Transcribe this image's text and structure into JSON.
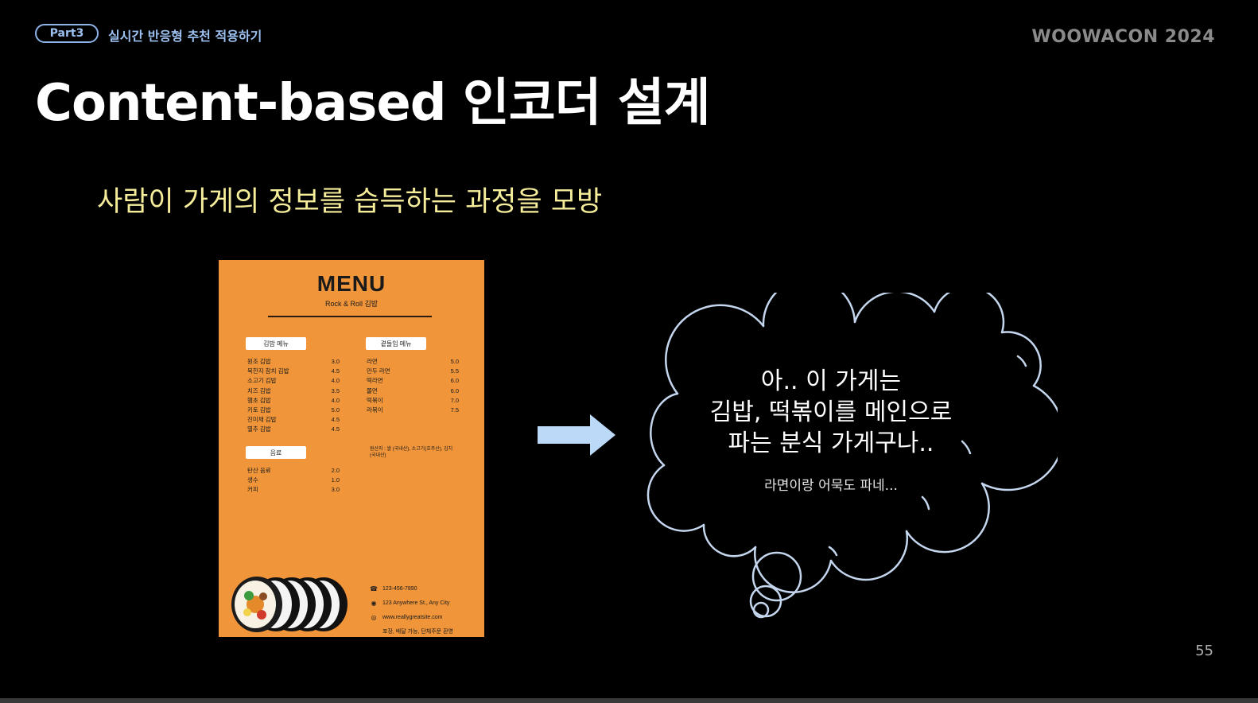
{
  "header": {
    "part_badge": "Part3",
    "part_title": "실시간 반응형 추천 적용하기",
    "brand": "WOOWACON 2024"
  },
  "slide": {
    "title": "Content-based 인코더 설계",
    "subtitle": "사람이 가게의 정보를 습득하는 과정을 모방",
    "page_number": "55"
  },
  "menu_card": {
    "heading": "MENU",
    "subheading": "Rock & Roll 김밥",
    "categories": {
      "kimbap": "김밥 메뉴",
      "combo": "곁들임 메뉴",
      "drinks": "음료"
    },
    "kimbap_items": [
      {
        "name": "원조 김밥",
        "price": "3.0"
      },
      {
        "name": "북한지 참치 김밥",
        "price": "4.5"
      },
      {
        "name": "소고기 김밥",
        "price": "4.0"
      },
      {
        "name": "치즈 김밥",
        "price": "3.5"
      },
      {
        "name": "햄초 김밥",
        "price": "4.0"
      },
      {
        "name": "키토 김밥",
        "price": "5.0"
      },
      {
        "name": "진미채 김밥",
        "price": "4.5"
      },
      {
        "name": "멸추 김밥",
        "price": "4.5"
      }
    ],
    "combo_items": [
      {
        "name": "라면",
        "price": "5.0"
      },
      {
        "name": "만두 라면",
        "price": "5.5"
      },
      {
        "name": "떡라면",
        "price": "6.0"
      },
      {
        "name": "쫄면",
        "price": "6.0"
      },
      {
        "name": "떡볶이",
        "price": "7.0"
      },
      {
        "name": "라볶이",
        "price": "7.5"
      }
    ],
    "drink_items": [
      {
        "name": "탄산 음료",
        "price": "2.0"
      },
      {
        "name": "생수",
        "price": "1.0"
      },
      {
        "name": "커피",
        "price": "3.0"
      }
    ],
    "origin_note": "원산지 : 쌀 (국내산), 소고기(호주산), 김치 (국내산)",
    "contact": {
      "phone": "123-456-7890",
      "address": "123 Anywhere St., Any City",
      "website": "www.reallygreatsite.com",
      "delivery": "포장, 배달 가능, 단체주문 환영"
    }
  },
  "thought_cloud": {
    "lines": [
      "아.. 이 가게는",
      "김밥, 떡볶이를 메인으로",
      "파는 분식 가게구나.."
    ],
    "sub": "라면이랑 어묵도 파네..."
  },
  "colors": {
    "background": "#000000",
    "accent_blue": "#9cc0f0",
    "subtitle_yellow": "#f6ed9a",
    "menu_orange": "#f0953a",
    "arrow_blue": "#bcd9f7",
    "cloud_stroke": "#c4d6ee"
  }
}
